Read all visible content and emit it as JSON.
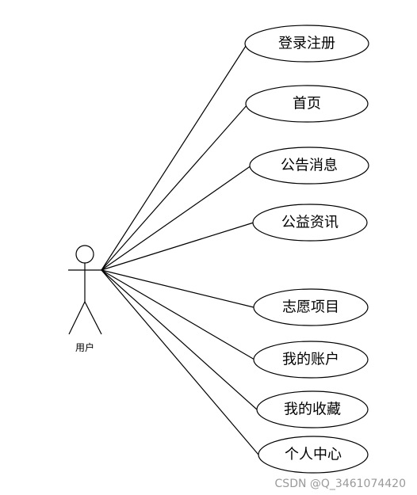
{
  "actor": {
    "label": "用户"
  },
  "use_cases": [
    {
      "label": "登录注册"
    },
    {
      "label": "首页"
    },
    {
      "label": "公告消息"
    },
    {
      "label": "公益资讯"
    },
    {
      "label": "志愿项目"
    },
    {
      "label": "我的账户"
    },
    {
      "label": "我的收藏"
    },
    {
      "label": "个人中心"
    }
  ],
  "watermark": "CSDN @Q_3461074420",
  "colors": {
    "stroke": "#000000",
    "watermark": "#9a9a9a"
  }
}
